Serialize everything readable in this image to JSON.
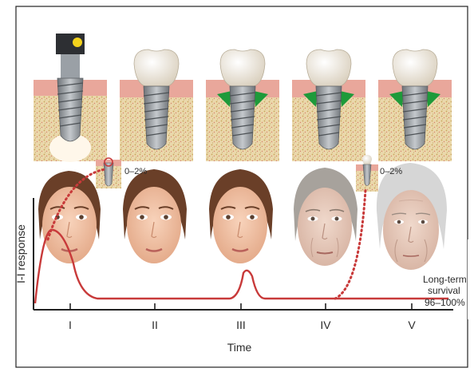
{
  "colors": {
    "curve": "#c83a3a",
    "gum": "#e9a79b",
    "bone": "#e9d6a8",
    "crown": "#efe7d8",
    "implant": "#8d9196",
    "graft": "#1e9a3a",
    "skin_young": "#f2c2a5",
    "skin_old": "#e8cdbf",
    "hair_young": "#6a3f28",
    "hair_old": "#c9c9c9",
    "axis": "#222222"
  },
  "y_axis_label": "I-I response",
  "x_axis_label": "Time",
  "stages": [
    {
      "roman": "I"
    },
    {
      "roman": "II"
    },
    {
      "roman": "III"
    },
    {
      "roman": "IV"
    },
    {
      "roman": "V"
    }
  ],
  "annotations": {
    "early_loss": "0–2%",
    "late_loss": "0–2%",
    "survival_line1": "Long-term",
    "survival_line2": "survival",
    "survival_line3": "96–100%"
  },
  "icons": {
    "tooth_panels": "dental-implant-cross-section",
    "faces": "woman-face-aging",
    "failure": "failed-implant-icon"
  }
}
